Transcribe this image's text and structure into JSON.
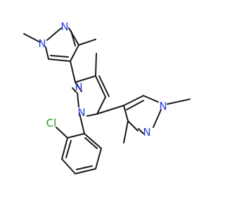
{
  "molecule": {
    "atoms": {
      "n_top_1": "N",
      "n_top_2": "N",
      "n_center_1": "N",
      "n_center_2": "N",
      "n_right_1": "N",
      "n_right_2": "N",
      "chlorine": "Cl"
    },
    "colors": {
      "bond": "#1a1a1a",
      "nitrogen": "#2a3fd6",
      "chlorine": "#2a9a2a",
      "background": "#ffffff"
    }
  }
}
